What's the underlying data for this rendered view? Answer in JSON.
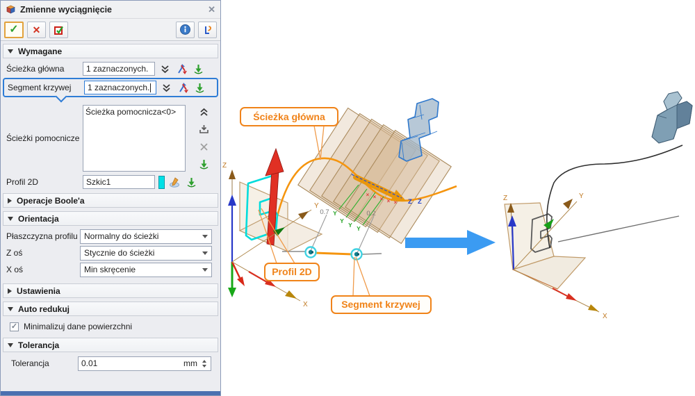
{
  "dialog": {
    "title": "Zmienne wyciągnięcie",
    "close_glyph": "✕",
    "toolbar": {
      "ok_glyph": "✓",
      "cancel_glyph": "✕"
    },
    "wymagane": {
      "title": "Wymagane",
      "main_path": {
        "label": "Ścieżka główna",
        "value": "1 zaznaczonych."
      },
      "curve_segment": {
        "label": "Segment krzywej",
        "value": "1 zaznaczonych."
      },
      "aux_paths": {
        "label": "Ścieżki pomocnicze",
        "item0": "Ścieżka pomocnicza<0>"
      },
      "profile": {
        "label": "Profil 2D",
        "value": "Szkic1"
      }
    },
    "boole": {
      "title": "Operacje Boole'a"
    },
    "orientacja": {
      "title": "Orientacja",
      "rows": [
        {
          "label": "Płaszczyzna profilu",
          "value": "Normalny do ścieżki"
        },
        {
          "label": "Z oś",
          "value": "Stycznie do ścieżki"
        },
        {
          "label": "X oś",
          "value": "Min skręcenie"
        }
      ]
    },
    "ustawienia": {
      "title": "Ustawienia"
    },
    "auto_redukuj": {
      "title": "Auto redukuj",
      "checkbox_label": "Minimalizuj dane powierzchni",
      "checked": true,
      "check_glyph": "✓"
    },
    "tolerancja": {
      "title": "Tolerancja",
      "label": "Tolerancja",
      "value": "0.01",
      "unit": "mm"
    }
  },
  "canvas": {
    "callouts": {
      "main_path": "Ścieżka główna",
      "profile": "Profil 2D",
      "segment": "Segment krzywej"
    },
    "mid_view": {
      "axis_z": "Z",
      "axis_y": "Y",
      "axis_x": "X",
      "param_1": "0.7",
      "param_2": "0.2",
      "tick_y": "Y",
      "tick_x": "×",
      "dir_z": "Z"
    },
    "right_view": {
      "axis_z": "Z",
      "axis_y": "Y",
      "axis_x": "X"
    }
  },
  "colors": {
    "accent_orange": "#F08318",
    "selection_blue": "#2E7CD6",
    "path_orange": "#F5950F",
    "profile_cyan": "#00DCDC",
    "arrow_blue": "#3B9BF2",
    "preview_blue": "#2F78CC",
    "ok_green": "#2FA12F",
    "cancel_red": "#D23220"
  }
}
